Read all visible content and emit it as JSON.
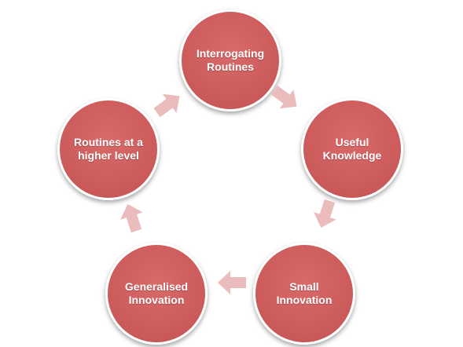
{
  "nodes": [
    {
      "id": "interrogating-routines",
      "label": "Interrogating\nRoutines"
    },
    {
      "id": "useful-knowledge",
      "label": "Useful\nKnowledge"
    },
    {
      "id": "small-innovation",
      "label": "Small\nInnovation"
    },
    {
      "id": "generalised-innovation",
      "label": "Generalised\nInnovation"
    },
    {
      "id": "routines-higher-level",
      "label": "Routines at a\nhigher level"
    }
  ],
  "colors": {
    "node_fill": "#cd5c5c",
    "arrow_fill": "#ebbcbc",
    "node_text": "#ffffff"
  }
}
